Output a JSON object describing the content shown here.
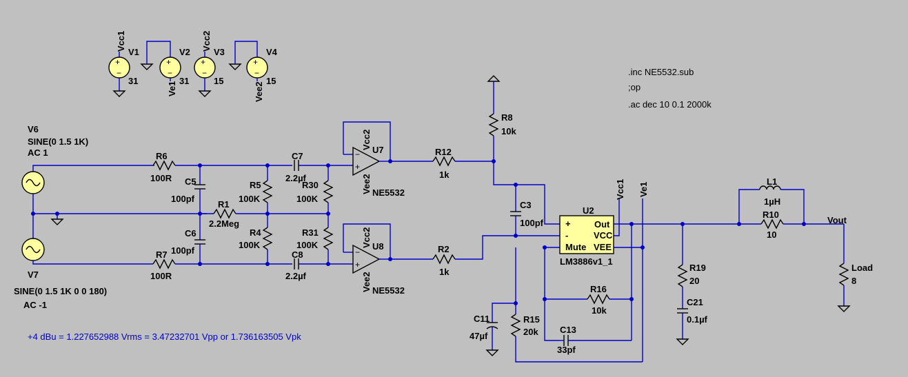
{
  "directives": [
    ".inc NE5532.sub",
    ";op",
    ".ac dec 10 0.1 2000k"
  ],
  "note": "+4 dBu = 1.227652988 Vrms = 3.47232701 Vpp or 1.736163505 Vpk",
  "supplies": [
    {
      "name": "V1",
      "value": "31",
      "net": "Vcc1"
    },
    {
      "name": "V2",
      "value": "31",
      "net": "Ve1"
    },
    {
      "name": "V3",
      "value": "15",
      "net": "Vcc2"
    },
    {
      "name": "V4",
      "value": "15",
      "net": "Vee2"
    }
  ],
  "sources": {
    "v6": {
      "name": "V6",
      "line1": "SINE(0 1.5 1K)",
      "line2": "AC 1"
    },
    "v7": {
      "name": "V7",
      "line1": "SINE(0 1.5 1K 0 0 180)",
      "line2": "AC -1"
    }
  },
  "resistors": {
    "r6": {
      "name": "R6",
      "value": "100R"
    },
    "r7": {
      "name": "R7",
      "value": "100R"
    },
    "r1": {
      "name": "R1",
      "value": "2.2Meg"
    },
    "r5": {
      "name": "R5",
      "value": "100K"
    },
    "r4": {
      "name": "R4",
      "value": "100K"
    },
    "r30": {
      "name": "R30",
      "value": "100K"
    },
    "r31": {
      "name": "R31",
      "value": "100K"
    },
    "r12": {
      "name": "R12",
      "value": "1k"
    },
    "r2": {
      "name": "R2",
      "value": "1k"
    },
    "r8": {
      "name": "R8",
      "value": "10k"
    },
    "r16": {
      "name": "R16",
      "value": "10k"
    },
    "r15": {
      "name": "R15",
      "value": "20k"
    },
    "r19": {
      "name": "R19",
      "value": "20"
    },
    "r10": {
      "name": "R10",
      "value": "10"
    },
    "load": {
      "name": "Load",
      "value": "8"
    }
  },
  "capacitors": {
    "c5": {
      "name": "C5",
      "value": "100pf"
    },
    "c6": {
      "name": "C6",
      "value": "100pf"
    },
    "c7": {
      "name": "C7",
      "value": "2.2µf"
    },
    "c8": {
      "name": "C8",
      "value": "2.2µf"
    },
    "c3": {
      "name": "C3",
      "value": "100pf"
    },
    "c11": {
      "name": "C11",
      "value": "47µf"
    },
    "c13": {
      "name": "C13",
      "value": "33pf"
    },
    "c21": {
      "name": "C21",
      "value": "0.1µf"
    }
  },
  "inductor": {
    "name": "L1",
    "value": "1µH"
  },
  "opamps": {
    "u7": {
      "name": "U7",
      "model": "NE5532",
      "vcc": "Vcc2",
      "vee": "Vee2"
    },
    "u8": {
      "name": "U8",
      "model": "NE5532",
      "vcc": "Vcc2",
      "vee": "Vee2"
    }
  },
  "amp": {
    "name": "U2",
    "model": "LM3886v1_1",
    "pin_plus": "+",
    "pin_minus": "-",
    "pin_mute": "Mute",
    "pin_out": "Out",
    "pin_vcc": "VCC",
    "pin_vee": "VEE"
  },
  "nets": {
    "vcc1": "Vcc1",
    "ve1": "Ve1",
    "vout": "Vout"
  },
  "signs": {
    "plus": "+",
    "minus": "−"
  }
}
